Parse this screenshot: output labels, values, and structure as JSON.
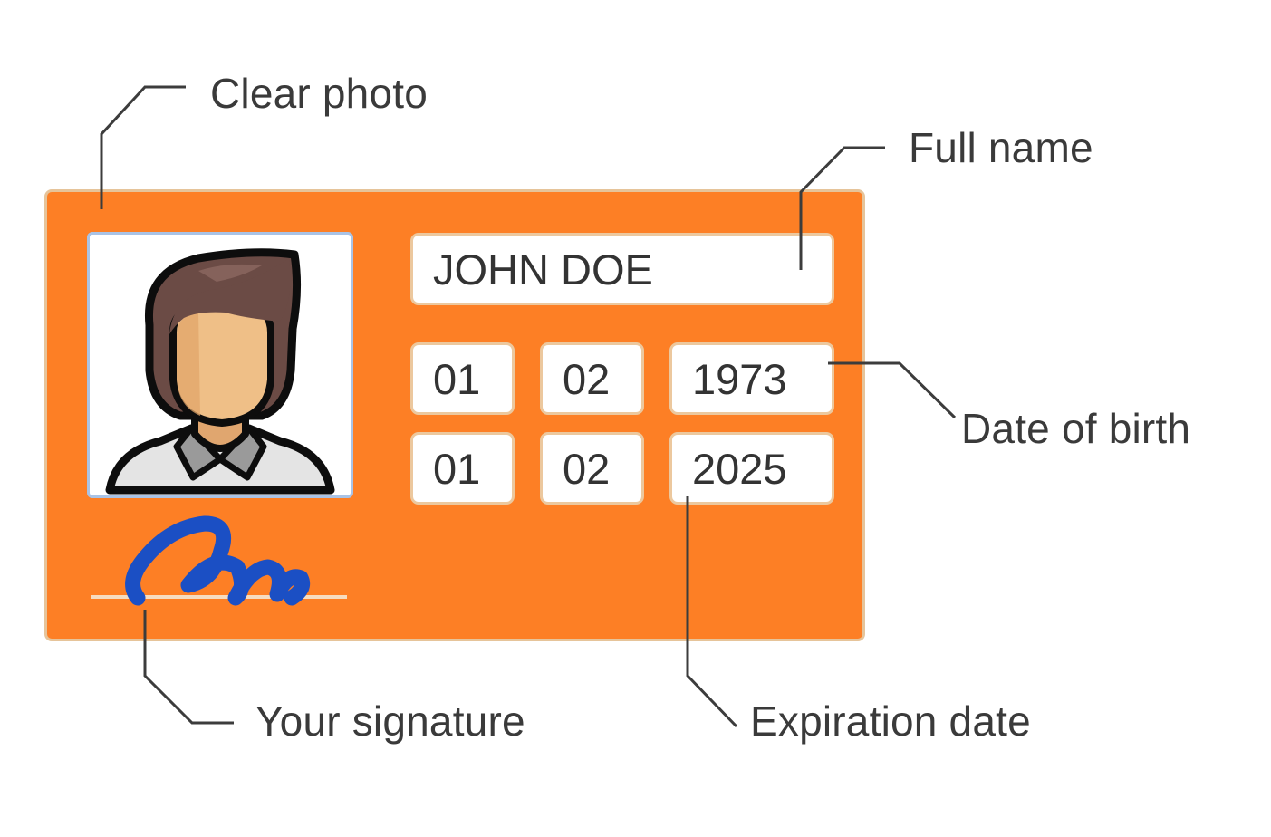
{
  "callouts": {
    "photo": "Clear photo",
    "name": "Full name",
    "birth": "Date of birth",
    "signature": "Your signature",
    "expiration": "Expiration date"
  },
  "card": {
    "name": "JOHN DOE",
    "dob": {
      "day": "01",
      "month": "02",
      "year": "1973"
    },
    "exp": {
      "day": "01",
      "month": "02",
      "year": "2025"
    }
  },
  "colors": {
    "card": "#fd7f25",
    "card_border": "#e6c49a",
    "signature_ink": "#1b4fc4",
    "leader_line": "#3c3c3c",
    "label_text": "#3a3a3a"
  },
  "icons": {
    "portrait": "person-portrait-icon",
    "signature": "signature-scribble"
  }
}
